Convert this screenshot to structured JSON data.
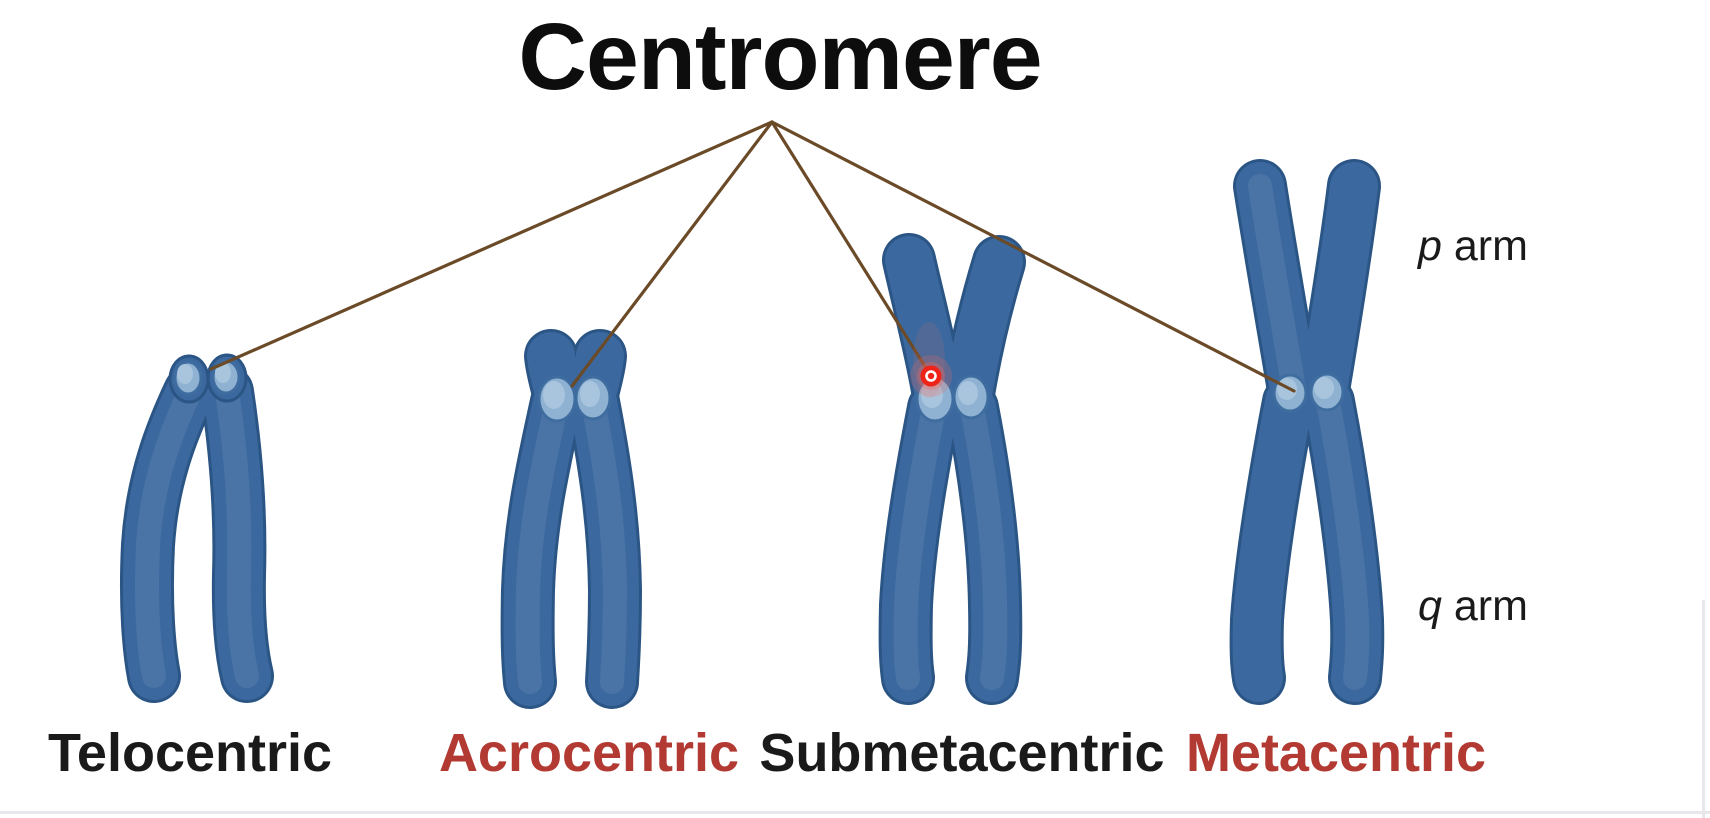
{
  "title": "Centromere",
  "arm_labels": {
    "p": {
      "symbol": "p",
      "word": " arm"
    },
    "q": {
      "symbol": "q",
      "word": " arm"
    }
  },
  "types": [
    {
      "name": "Telocentric",
      "label_color": "#1a1a1a"
    },
    {
      "name": "Acrocentric",
      "label_color": "#b23a32"
    },
    {
      "name": "Submetacentric",
      "label_color": "#1a1a1a"
    },
    {
      "name": "Metacentric",
      "label_color": "#b23a32"
    }
  ],
  "icons": {
    "marker": "red-dot-marker",
    "pointer": "centromere-pointer-lines"
  },
  "colors": {
    "background": "#ffffff",
    "title_text": "#0d0d0d",
    "arm_label_text": "#1a1a1a",
    "chromosome_body": "#3b699f",
    "chromosome_outline": "#2b5585",
    "centromere_fill": "#8fb2d3",
    "centromere_highlight": "#a9c5de",
    "centromere_outline": "#3f6da0",
    "pointer_line": "#6b4a28",
    "marker_red": "#ee2418",
    "marker_glow": "#f06a5e",
    "edge_line": "#e9e7ec"
  }
}
